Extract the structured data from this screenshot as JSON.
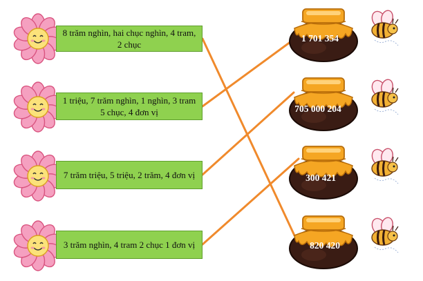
{
  "left_items": [
    {
      "text": "8 trăm nghìn, hai chục nghìn, 4 tram, 2 chục"
    },
    {
      "text": "1 triệu, 7 trăm nghìn, 1 nghìn, 3 tram 5 chục, 4 đơn vị"
    },
    {
      "text": "7 trăm triệu, 5 triệu, 2 trăm, 4 đơn vị"
    },
    {
      "text": "3 trăm nghìn, 4 tram 2 chục 1 đơn vị"
    }
  ],
  "right_items": [
    {
      "text": "1  701 354"
    },
    {
      "text": "705 000 204"
    },
    {
      "text": "300 421"
    },
    {
      "text": "820 420"
    }
  ],
  "connections": [
    [
      0,
      3
    ],
    [
      1,
      0
    ],
    [
      2,
      1
    ],
    [
      3,
      2
    ]
  ],
  "colors": {
    "box_fill": "#8fd14f",
    "line": "#f08a2c",
    "petal": "#f5a0c0",
    "flower_center": "#fbe27a",
    "honey": "#f5a623",
    "jar": "#3a1c14"
  }
}
